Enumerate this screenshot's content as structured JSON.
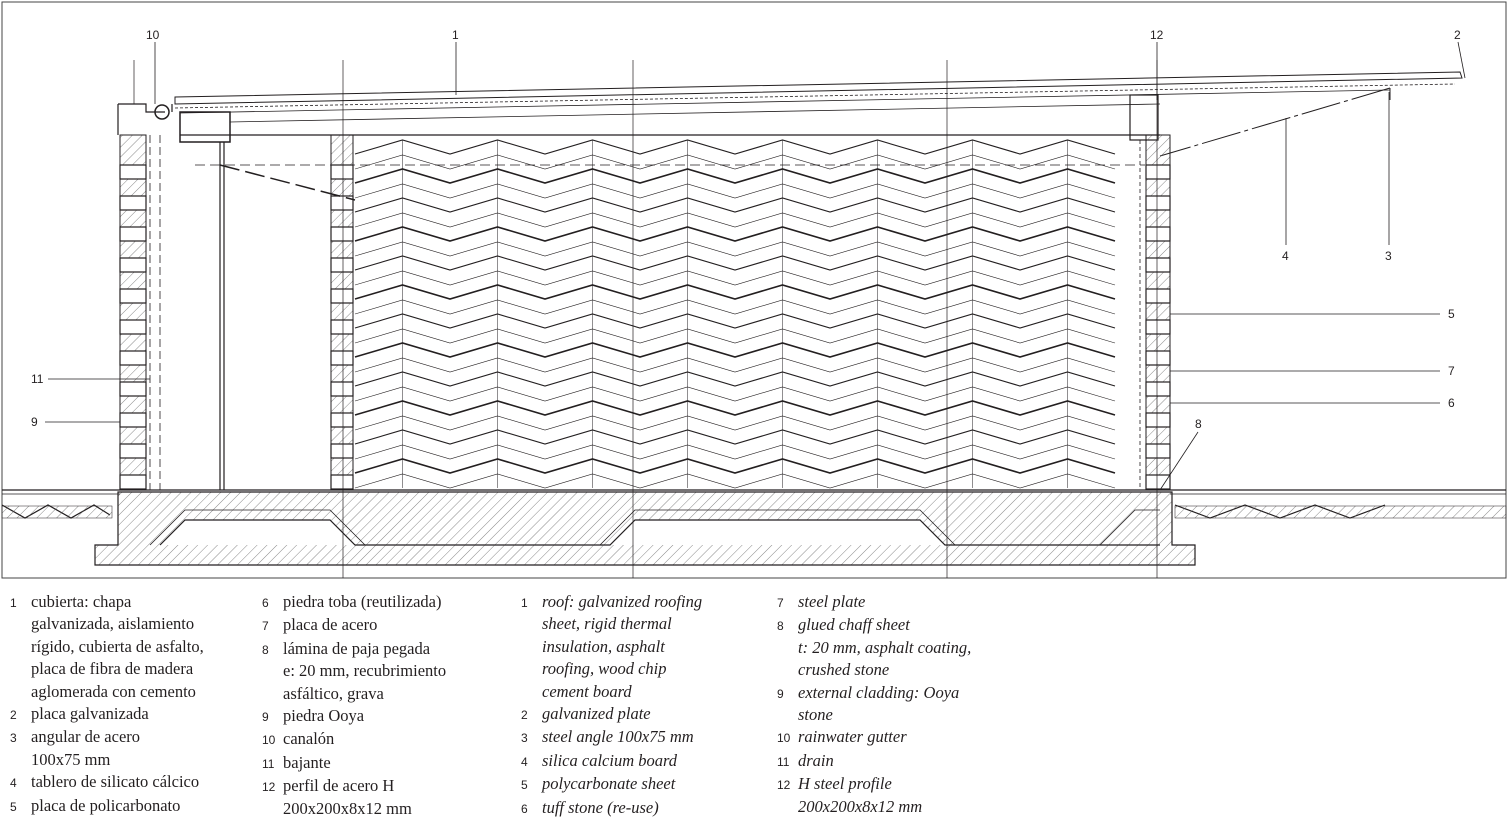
{
  "callouts": {
    "c10": "10",
    "c1": "1",
    "c12": "12",
    "c2": "2",
    "c4": "4",
    "c3": "3",
    "c5": "5",
    "c7": "7",
    "c6": "6",
    "c8": "8",
    "c11": "11",
    "c9": "9"
  },
  "legend_es": [
    {
      "num": "1",
      "lines": [
        "cubierta: chapa",
        "galvanizada, aislamiento",
        "rígido, cubierta de asfalto,",
        "placa de fibra de madera",
        "aglomerada con cemento"
      ]
    },
    {
      "num": "2",
      "lines": [
        "placa galvanizada"
      ]
    },
    {
      "num": "3",
      "lines": [
        "angular de acero",
        "100x75 mm"
      ]
    },
    {
      "num": "4",
      "lines": [
        "tablero de silicato cálcico"
      ]
    },
    {
      "num": "5",
      "lines": [
        "placa de policarbonato"
      ]
    }
  ],
  "legend_es2": [
    {
      "num": "6",
      "lines": [
        "piedra toba (reutilizada)"
      ]
    },
    {
      "num": "7",
      "lines": [
        "placa de acero"
      ]
    },
    {
      "num": "8",
      "lines": [
        "lámina de paja pegada",
        "e: 20 mm, recubrimiento",
        "asfáltico, grava"
      ]
    },
    {
      "num": "9",
      "lines": [
        "piedra Ooya"
      ]
    },
    {
      "num": "10",
      "lines": [
        "canalón"
      ]
    },
    {
      "num": "11",
      "lines": [
        "bajante"
      ]
    },
    {
      "num": "12",
      "lines": [
        "perfil de acero H",
        "200x200x8x12 mm"
      ]
    }
  ],
  "legend_en": [
    {
      "num": "1",
      "lines": [
        "roof: galvanized roofing",
        "sheet, rigid thermal",
        "insulation, asphalt",
        "roofing, wood chip",
        "cement board"
      ]
    },
    {
      "num": "2",
      "lines": [
        "galvanized plate"
      ]
    },
    {
      "num": "3",
      "lines": [
        "steel angle 100x75 mm"
      ]
    },
    {
      "num": "4",
      "lines": [
        "silica calcium board"
      ]
    },
    {
      "num": "5",
      "lines": [
        "polycarbonate sheet"
      ]
    },
    {
      "num": "6",
      "lines": [
        "tuff stone (re-use)"
      ]
    }
  ],
  "legend_en2": [
    {
      "num": "7",
      "lines": [
        "steel plate"
      ]
    },
    {
      "num": "8",
      "lines": [
        "glued chaff sheet",
        "t: 20 mm, asphalt coating,",
        "crushed stone"
      ]
    },
    {
      "num": "9",
      "lines": [
        "external cladding: Ooya",
        "stone"
      ]
    },
    {
      "num": "10",
      "lines": [
        "rainwater gutter"
      ]
    },
    {
      "num": "11",
      "lines": [
        "drain"
      ]
    },
    {
      "num": "12",
      "lines": [
        "H steel profile",
        "200x200x8x12 mm"
      ]
    }
  ]
}
